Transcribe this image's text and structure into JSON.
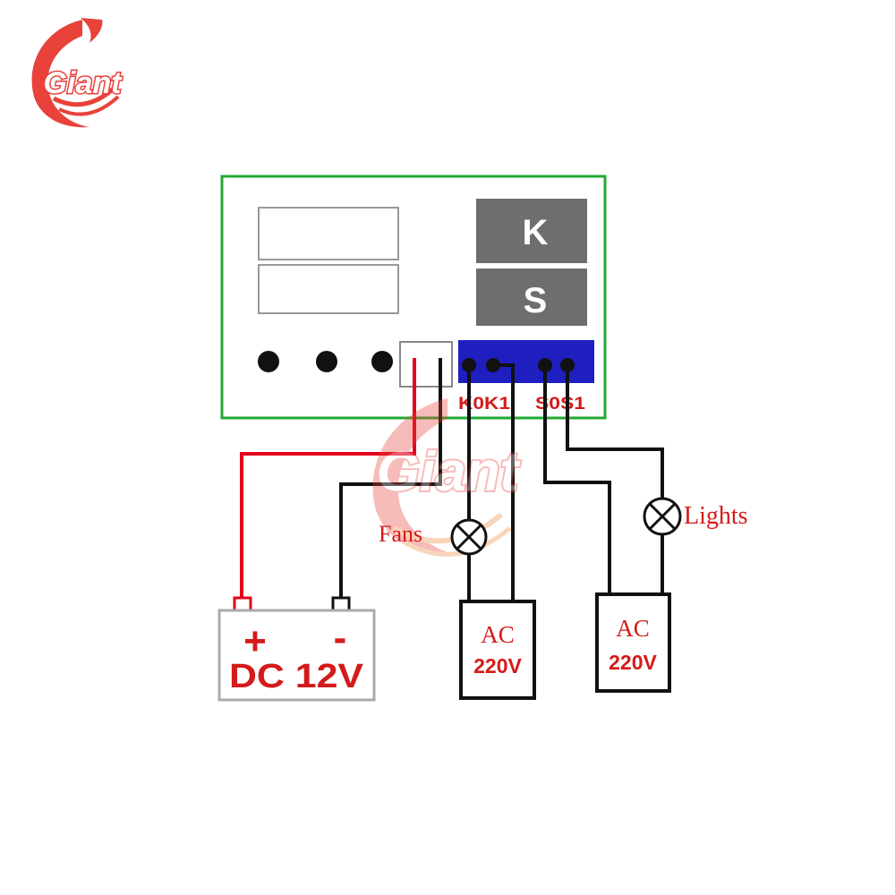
{
  "logo": {
    "text": "Giant"
  },
  "watermark": {
    "text": "Giant"
  },
  "controller": {
    "buttons": [
      "K",
      "S"
    ],
    "relay_labels": [
      "K0K1",
      "S0S1"
    ]
  },
  "power": {
    "plus": "+",
    "minus": "-",
    "label": "DC 12V"
  },
  "loads": {
    "fans": "Fans",
    "lights": "Lights"
  },
  "supplies": [
    {
      "line1": "AC",
      "line2": "220V"
    },
    {
      "line1": "AC",
      "line2": "220V"
    }
  ],
  "colors": {
    "board_border": "#22aa33",
    "display_border": "#999999",
    "button_fill": "#6e6e6e",
    "terminal_block": "#1f1fc0",
    "positive_wire": "#e3001b",
    "wire": "#111111",
    "battery_border": "#aaaaaa",
    "label_red": "#d41a1a",
    "logo_red": "#e8423a"
  }
}
